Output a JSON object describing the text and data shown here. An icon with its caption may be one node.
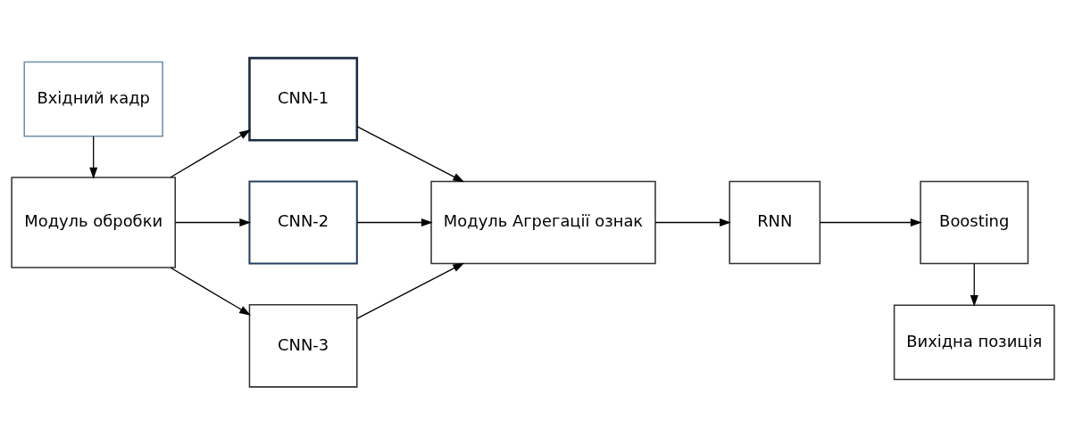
{
  "diagram": {
    "nodes": [
      {
        "text": [
          "Вхідний кадр"
        ]
      },
      {
        "text": [
          "Модуль обробки"
        ]
      },
      {
        "text": [
          "CNN-1"
        ]
      },
      {
        "text": [
          "CNN-2"
        ]
      },
      {
        "text": [
          "CNN-3"
        ]
      },
      {
        "text": [
          "Модуль Агрегації ознак"
        ]
      },
      {
        "text": [
          "RNN"
        ]
      },
      {
        "text": [
          "Boosting"
        ]
      },
      {
        "text": [
          "Вихідна позиція"
        ]
      }
    ],
    "edges": [
      {
        "from": 0,
        "to": 1,
        "arrow": "to"
      },
      {
        "from": 1,
        "to": 2,
        "arrow": "to"
      },
      {
        "from": 1,
        "to": 3,
        "arrow": "to"
      },
      {
        "from": 1,
        "to": 4,
        "arrow": "to"
      },
      {
        "from": 2,
        "to": 5,
        "arrow": "to"
      },
      {
        "from": 3,
        "to": 5,
        "arrow": "to"
      },
      {
        "from": 4,
        "to": 5,
        "arrow": "to"
      },
      {
        "from": 5,
        "to": 6,
        "arrow": "to"
      },
      {
        "from": 6,
        "to": 7,
        "arrow": "to"
      },
      {
        "from": 7,
        "to": 8,
        "arrow": "to"
      }
    ]
  }
}
